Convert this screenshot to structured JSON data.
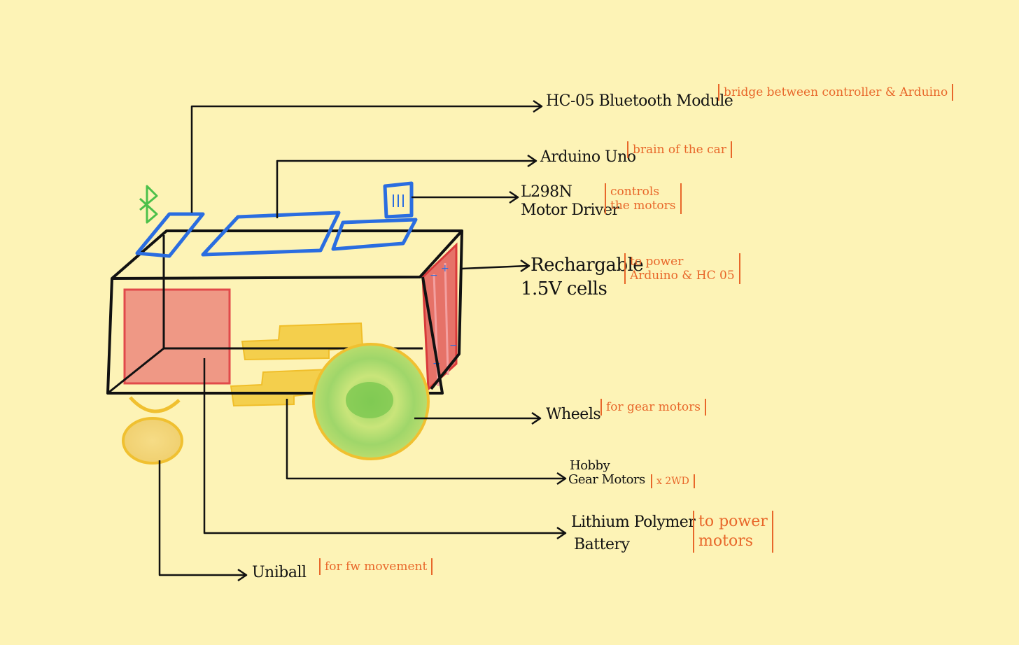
{
  "labels": {
    "bluetooth": {
      "name": "HC-05 Bluetooth Module",
      "note": "bridge between controller & Arduino"
    },
    "arduino": {
      "name": "Arduino Uno",
      "note": "brain of the car"
    },
    "driver": {
      "name_line1": "L298N",
      "name_line2": "Motor Driver",
      "note_line1": "controls",
      "note_line2": "the motors"
    },
    "cells": {
      "name_line1": "Rechargable",
      "name_line2": "1.5V cells",
      "note_line1": "to power",
      "note_line2": "Arduino & HC 05"
    },
    "wheels": {
      "name": "Wheels",
      "note": "for gear motors"
    },
    "gear_motors": {
      "name_line1": "Hobby",
      "name_line2": "Gear Motors",
      "note": "x 2WD"
    },
    "battery": {
      "name_line1": "Lithium Polymer",
      "name_line2": "Battery",
      "note_line1": "to power",
      "note_line2": "motors"
    },
    "uniball": {
      "name": "Uniball",
      "note": "for fw movement"
    }
  },
  "colors": {
    "background": "#fdf3b6",
    "outline": "#111111",
    "boards": "#2a6de0",
    "battery": "#e45050",
    "motors": "#f2c83a",
    "wheel": "#8fd060",
    "bluetooth_symbol": "#4cc04a",
    "notes": "#e8672a"
  },
  "icons": {
    "bluetooth": "bluetooth-icon"
  }
}
